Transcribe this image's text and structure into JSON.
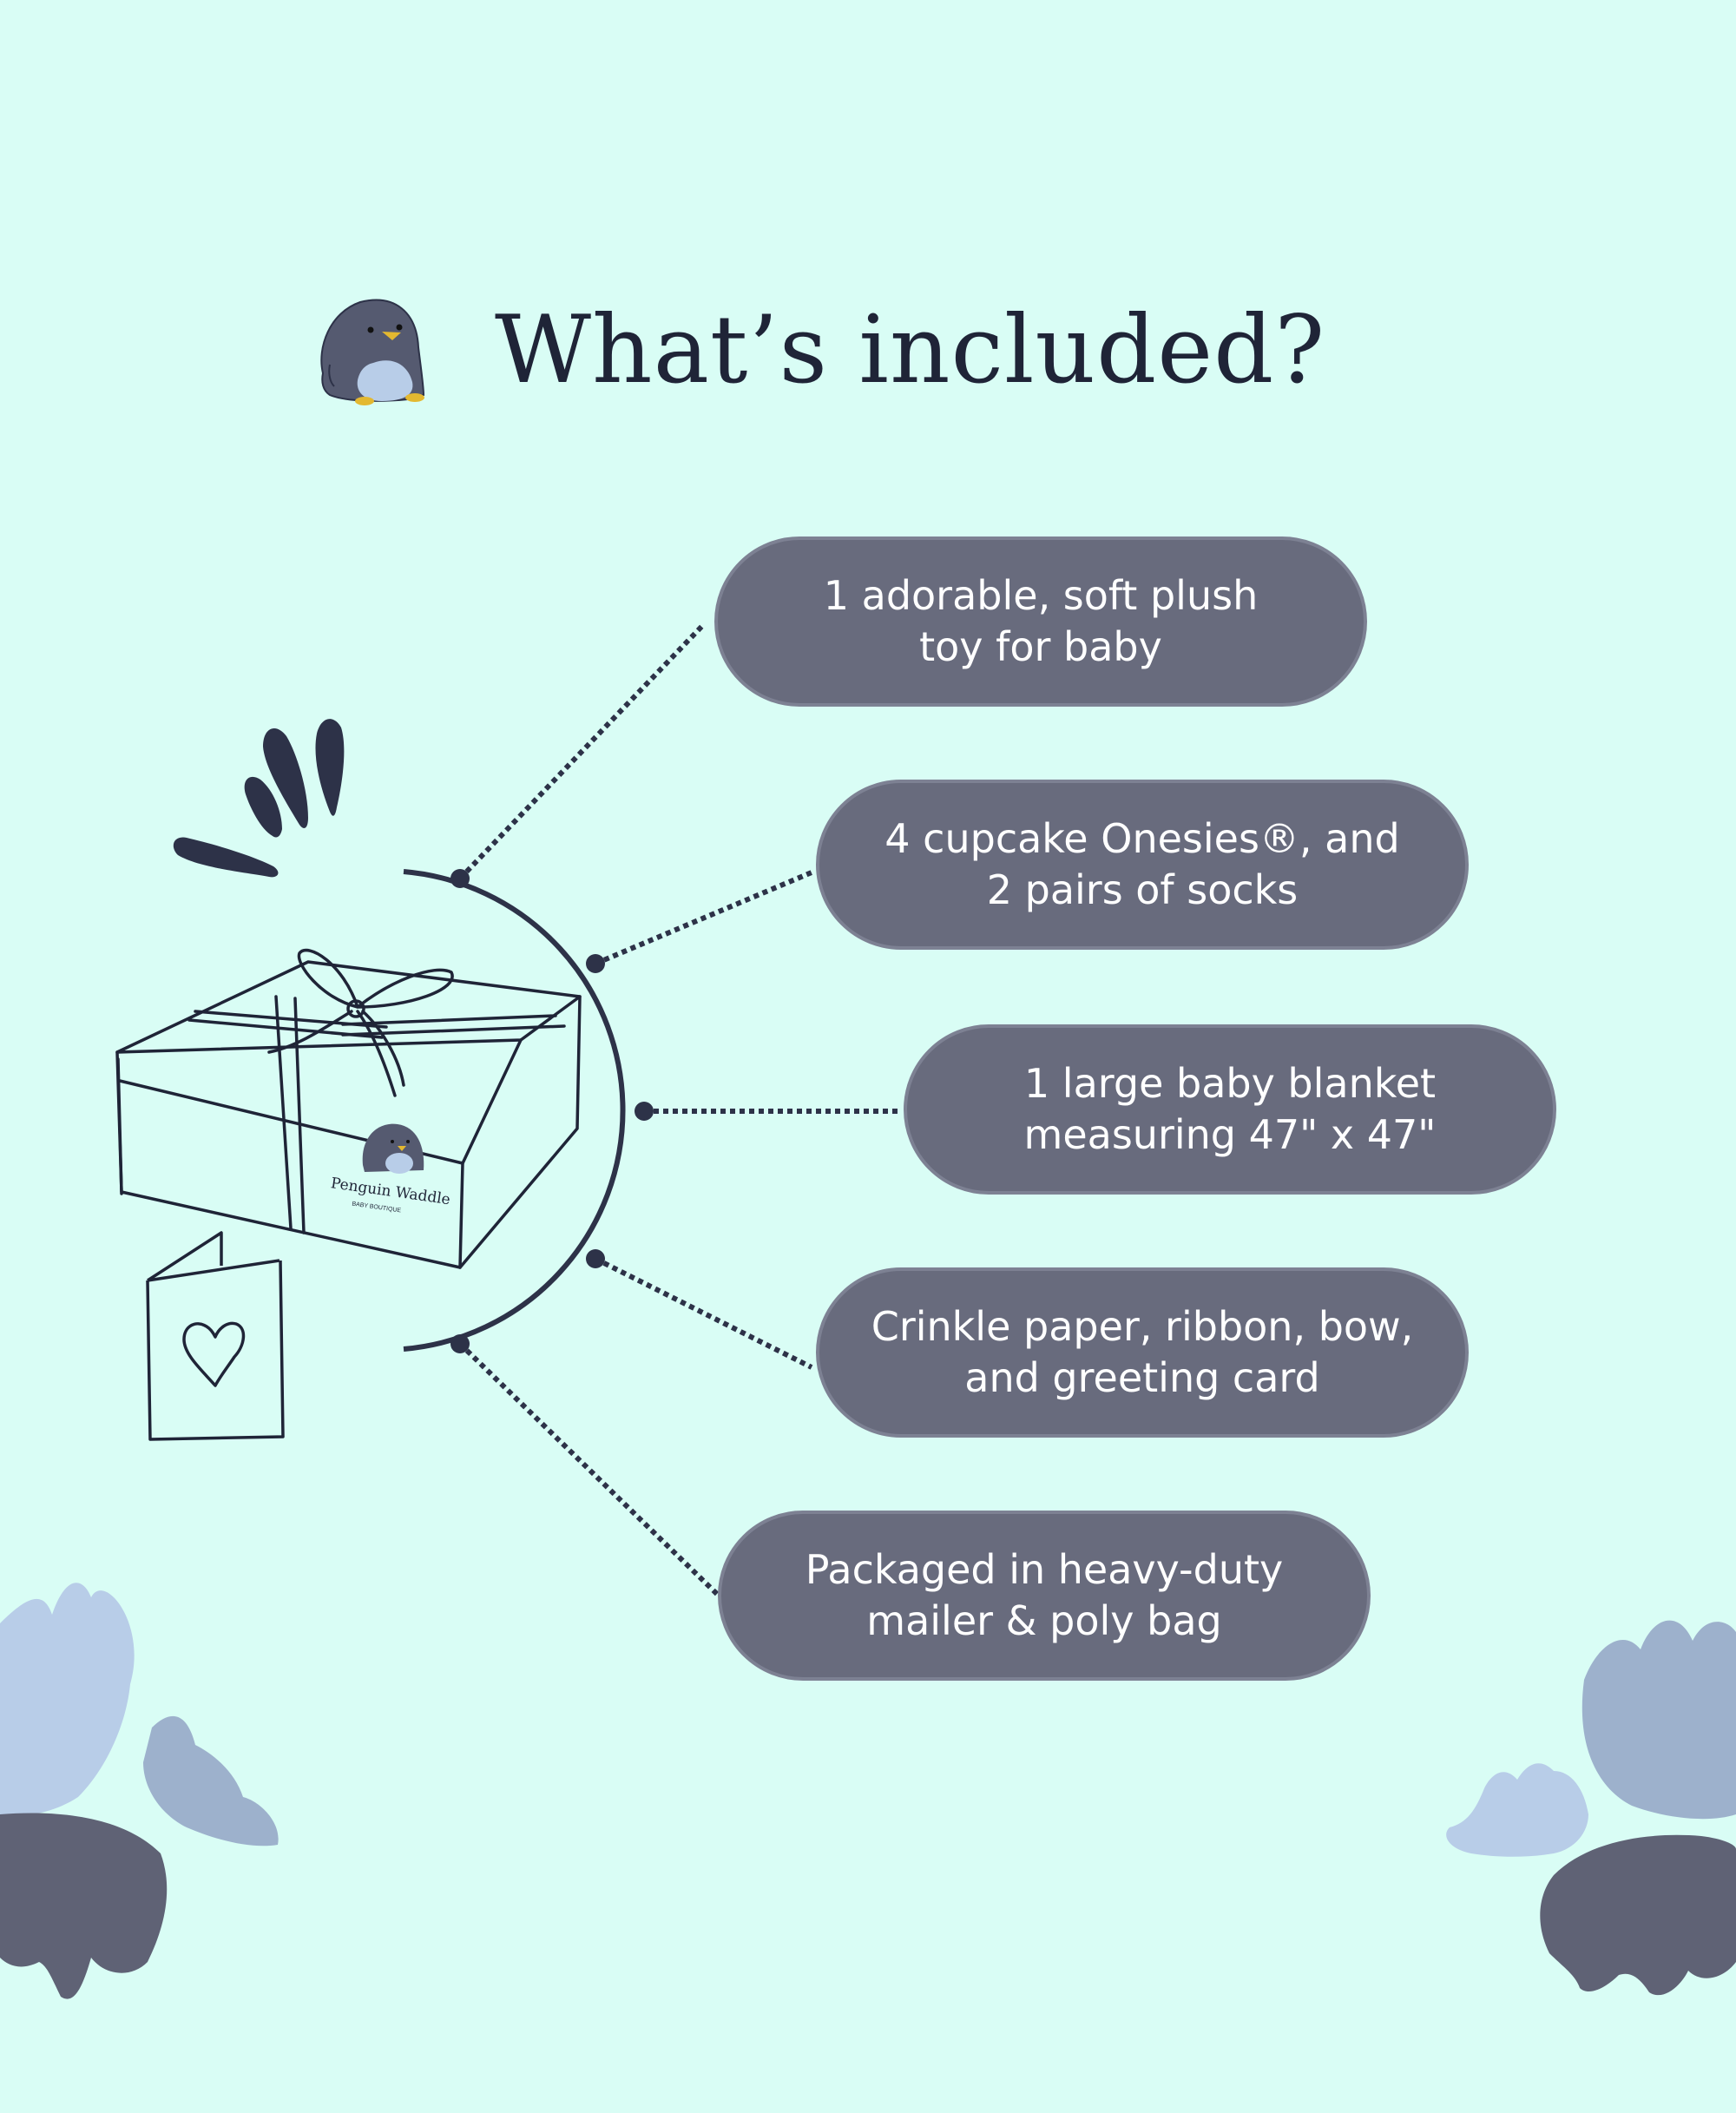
{
  "title": "What’s included?",
  "items": [
    {
      "text": "1 adorable, soft plush\ntoy for baby"
    },
    {
      "text": "4 cupcake Onesies®, and\n2 pairs of socks"
    },
    {
      "text": "1 large baby blanket\nmeasuring 47\" x 47\""
    },
    {
      "text": "Crinkle paper, ribbon, bow,\nand greeting card"
    },
    {
      "text": "Packaged in heavy-duty\nmailer & poly bag"
    }
  ],
  "box_label": {
    "brand": "Penguin Waddle",
    "sub": "BABY BOUTIQUE"
  },
  "colors": {
    "background": "#d9fdf5",
    "pill": "#686b7d",
    "ink": "#1f2437",
    "leaf_light": "#b8cde8",
    "leaf_mid": "#9db1cc",
    "leaf_dark": "#5f6275"
  },
  "icons": [
    "penguin-icon",
    "gift-box-icon",
    "greeting-card-icon",
    "heart-icon",
    "sparkle-strokes-icon",
    "leaf-decoration-icon"
  ]
}
